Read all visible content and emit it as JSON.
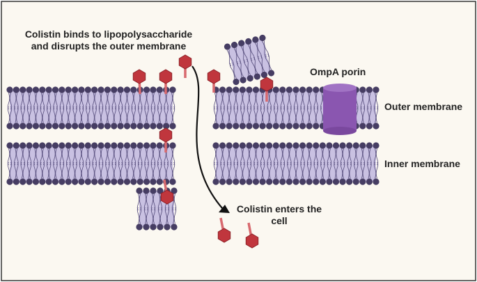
{
  "diagram": {
    "caption_binds_line1": "Colistin binds to lipopolysaccharide",
    "caption_binds_line2": "and disrupts the outer membrane",
    "label_ompa": "OmpA porin",
    "label_outer": "Outer membrane",
    "label_inner": "Inner membrane",
    "caption_enters_line1": "Colistin  enters the",
    "caption_enters_line2": "cell"
  },
  "colors": {
    "background": "#fbf8f1",
    "frame": "#333333",
    "membrane_fill": "#c9c1e2",
    "lipid_head": "#463d63",
    "lipid_tail": "#5f5684",
    "porin": "#8a56b0",
    "porin_top": "#a173c4",
    "colistin_head": "#c0363d",
    "colistin_tail": "#d86a6f",
    "arrow": "#111111"
  }
}
